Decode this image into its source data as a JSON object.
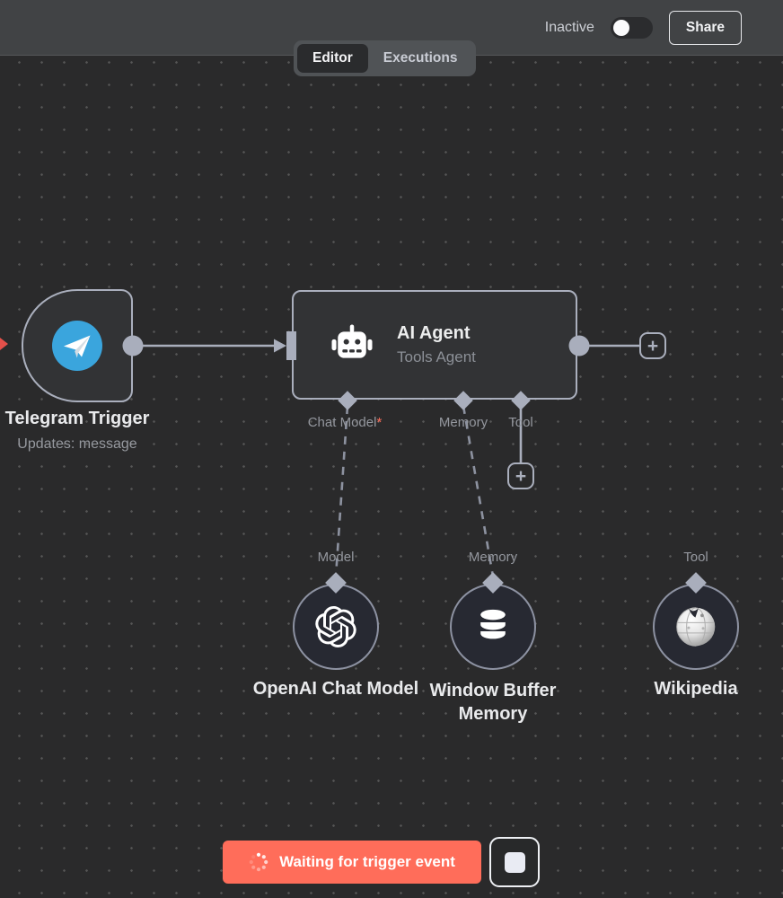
{
  "header": {
    "status_toggle_label": "Inactive",
    "status_toggle_on": false,
    "share_button_label": "Share"
  },
  "tabs": [
    {
      "label": "Editor",
      "active": true
    },
    {
      "label": "Executions",
      "active": false
    }
  ],
  "workflow": {
    "telegram": {
      "title": "Telegram Trigger",
      "subtitle": "Updates: message",
      "icon": "telegram-icon"
    },
    "ai_agent": {
      "title": "AI Agent",
      "subtitle": "Tools Agent",
      "icon": "robot-icon",
      "ports": {
        "chat_model": "Chat Model",
        "required_marker": "*",
        "memory": "Memory",
        "tool": "Tool"
      }
    },
    "openai": {
      "port_label": "Model",
      "title": "OpenAI Chat Model",
      "icon": "openai-icon"
    },
    "buffer_memory": {
      "port_label": "Memory",
      "title": "Window Buffer Memory",
      "icon": "database-icon"
    },
    "wikipedia": {
      "port_label": "Tool",
      "title": "Wikipedia",
      "icon": "globe-icon"
    }
  },
  "footer": {
    "waiting_button_label": "Waiting for trigger event",
    "stop_icon": "stop-square-icon",
    "spinner_icon": "spinner-icon"
  },
  "colors": {
    "accent": "#ff6d5a",
    "telegram_blue": "#3aa5dd",
    "connector": "#a9aebc",
    "canvas_bg": "#2a2a2b",
    "header_bg": "#414345",
    "node_bg": "#323335"
  }
}
